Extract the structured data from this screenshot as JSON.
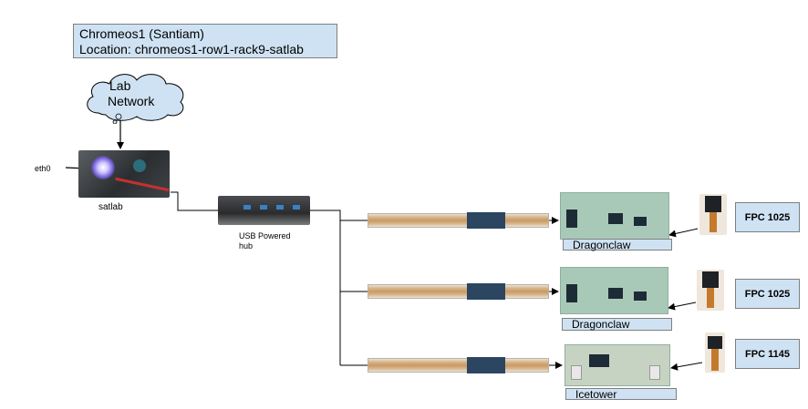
{
  "header": {
    "line1": "Chromeos1 (Santiam)",
    "line2": "Location: chromeos1-row1-rack9-satlab"
  },
  "network": {
    "line1": "Lab",
    "line2": "Network"
  },
  "labels": {
    "eth0": "eth0",
    "satlab": "satlab",
    "usb_hub_line1": "USB Powered",
    "usb_hub_line2": "hub"
  },
  "boards": [
    {
      "name": "Dragonclaw",
      "fpc": "FPC 1025"
    },
    {
      "name": "Dragonclaw",
      "fpc": "FPC 1025"
    },
    {
      "name": "Icetower",
      "fpc": "FPC 1145"
    }
  ],
  "colors": {
    "label_fill": "#cfe2f3",
    "board_green": "#a9c9b8",
    "cable_amber": "#c99a63"
  }
}
